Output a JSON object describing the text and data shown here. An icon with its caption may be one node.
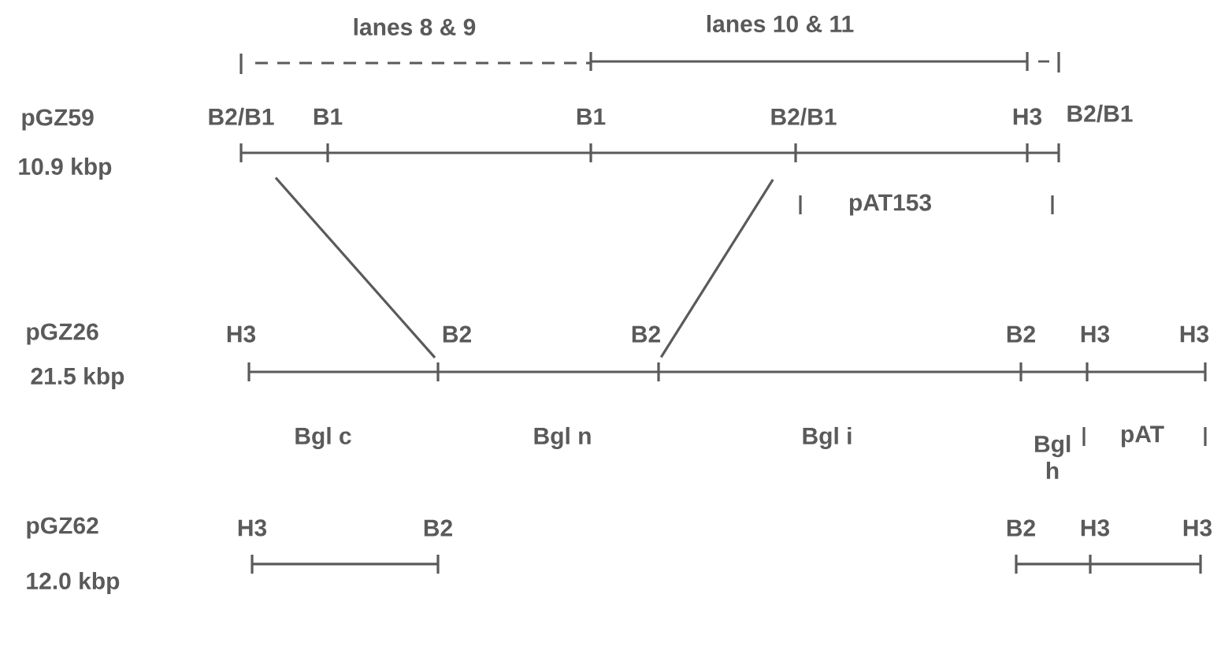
{
  "diagram": {
    "nodes": [
      {
        "text": [],
        "shape": "bar"
      },
      {
        "text": [],
        "shape": "bar"
      },
      {
        "text": [],
        "shape": "bar"
      },
      {
        "text": [],
        "shape": "bar"
      }
    ],
    "edges": [
      {
        "from": 0,
        "to": 2,
        "arrow": "none"
      },
      {
        "from": 1,
        "to": 3,
        "arrow": "none"
      }
    ],
    "labels": [
      "lanes 8 & 9",
      "lanes 10 & 11",
      "pGZ59",
      "B2/B1",
      "B1",
      "B1",
      "B2/B1",
      "H3",
      "B2/B1",
      "10.9 kbp",
      "pAT153",
      "pGZ26",
      "H3",
      "B2",
      "B2",
      "B2",
      "H3",
      "H3",
      "21.5 kbp",
      "Bgl c",
      "Bgl n",
      "Bgl i",
      "Bgl h",
      "pAT",
      "pGZ62",
      "H3",
      "B2",
      "B2",
      "H3",
      "H3",
      "12.0 kbp"
    ]
  }
}
